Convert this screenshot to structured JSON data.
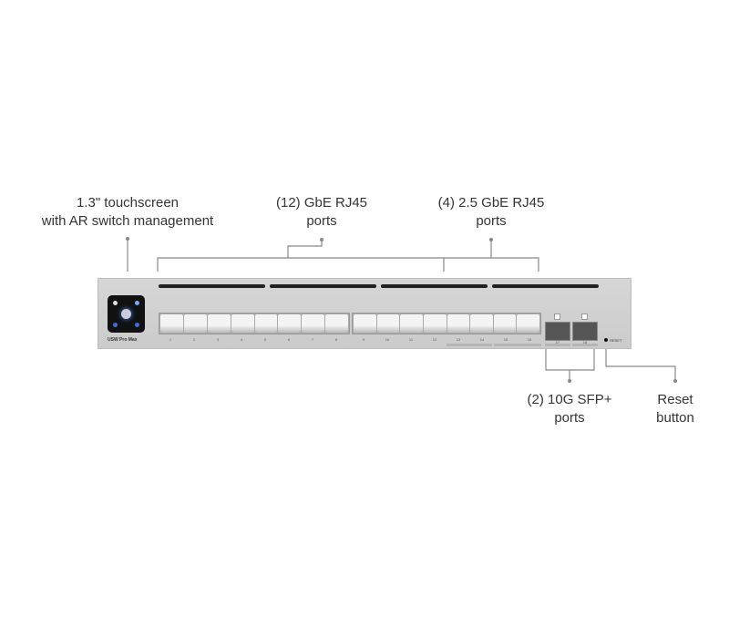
{
  "callouts": {
    "touchscreen": [
      "1.3\" touchscreen",
      "with AR switch management"
    ],
    "gbe": [
      "(12) GbE RJ45",
      "ports"
    ],
    "gbe25": [
      "(4) 2.5 GbE RJ45",
      "ports"
    ],
    "sfp": [
      "(2) 10G SFP+",
      "ports"
    ],
    "reset": [
      "Reset",
      "button"
    ]
  },
  "device": {
    "model": "USW Pro Max",
    "port_numbers": [
      "1",
      "2",
      "3",
      "4",
      "5",
      "6",
      "7",
      "8",
      "9",
      "10",
      "11",
      "12",
      "13",
      "14",
      "15",
      "16"
    ],
    "sfp_numbers": [
      "17",
      "18"
    ],
    "reset_label": "RESET"
  }
}
